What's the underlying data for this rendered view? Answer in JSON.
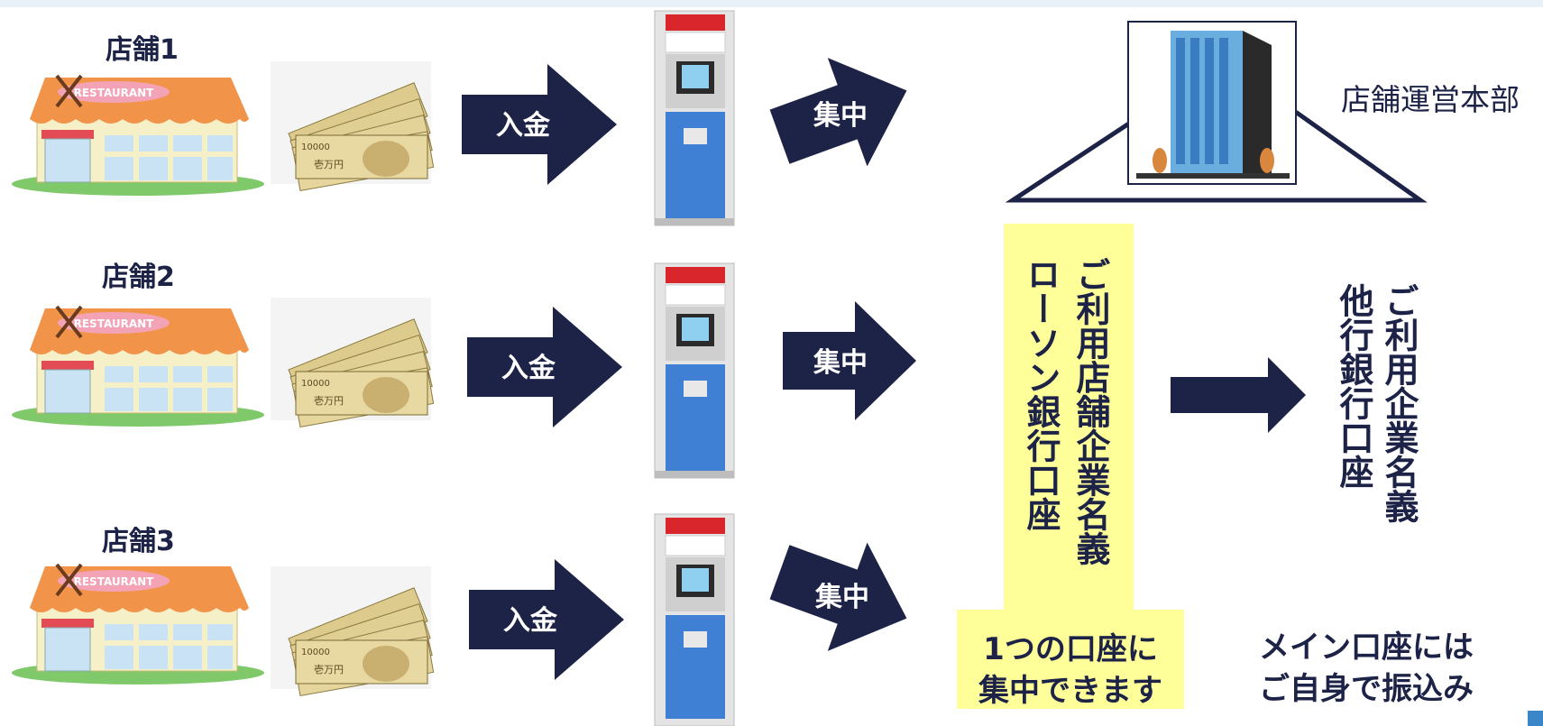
{
  "stores": [
    {
      "label": "店舗1",
      "sign": "RESTAURANT",
      "deposit": "入金",
      "centralize": "集中"
    },
    {
      "label": "店舗2",
      "sign": "RESTAURANT",
      "deposit": "入金",
      "centralize": "集中"
    },
    {
      "label": "店舗3",
      "sign": "RESTAURANT",
      "deposit": "入金",
      "centralize": "集中"
    }
  ],
  "banknote": {
    "denomination": "10000",
    "kanji": "壱万円"
  },
  "headquarters": {
    "label": "店舗運営本部"
  },
  "account": {
    "line1": "ご利用店舗企業名義",
    "line2": "ローソン銀行口座",
    "note_line1": "1つの口座に",
    "note_line2": "集中できます"
  },
  "other_account": {
    "line1": "ご利用企業名義",
    "line2": "他行銀行口座",
    "note_line1": "メイン口座には",
    "note_line2": "ご自身で振込み"
  },
  "colors": {
    "navy": "#1d2247",
    "yellow": "#ffff99",
    "atm_blue": "#3f7fd4",
    "atm_red": "#d8262c"
  }
}
